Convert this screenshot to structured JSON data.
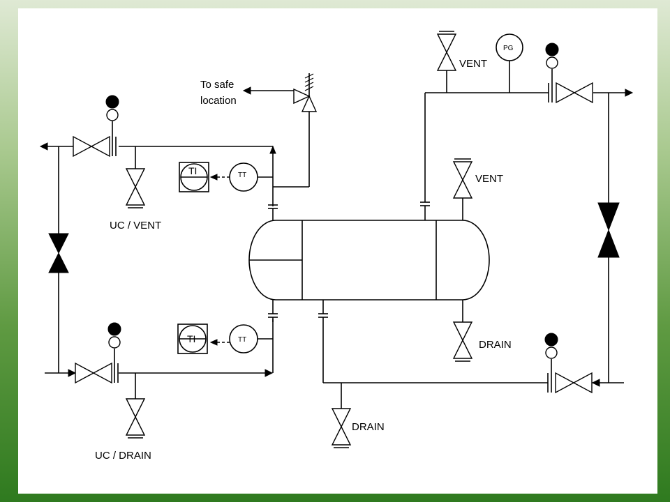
{
  "labels": {
    "to_safe_line1": "To safe",
    "to_safe_line2": "location",
    "uc_vent": "UC / VENT",
    "uc_drain": "UC / DRAIN",
    "vent_top": "VENT",
    "vent_shell": "VENT",
    "drain_shell": "DRAIN",
    "drain_bottom": "DRAIN",
    "pg": "PG",
    "ti_top": "TI",
    "ti_bottom": "TI",
    "tt_top": "TT",
    "tt_bottom": "TT"
  },
  "colors": {
    "frame_top": "#dfe9d4",
    "frame_bottom": "#2f7a1f",
    "line": "#000000",
    "paper": "#ffffff"
  }
}
